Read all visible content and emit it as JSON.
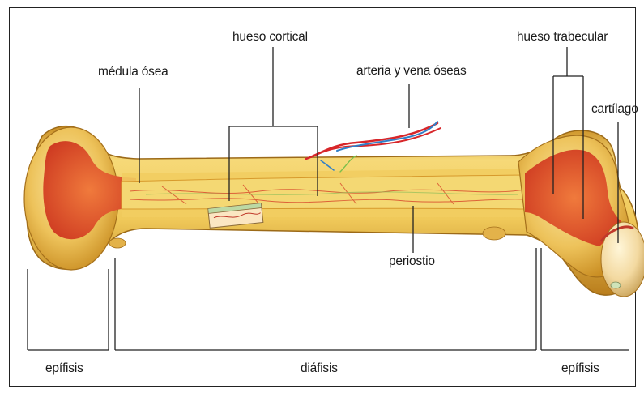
{
  "labels": {
    "medula": "médula ósea",
    "cortical": "hueso cortical",
    "arteria": "arteria y vena óseas",
    "trabecular": "hueso trabecular",
    "cartilago": "cartílago",
    "periostio": "periostio",
    "epifisis_left": "epífisis",
    "diafisis": "diáfisis",
    "epifisis_right": "epífisis"
  },
  "colors": {
    "bone_outer": "#e8b640",
    "bone_shaft": "#f2cf63",
    "marrow_red": "#e0502a",
    "artery": "#d7262a",
    "vein": "#2f7fc8",
    "cartilage": "#f3d9a0"
  }
}
